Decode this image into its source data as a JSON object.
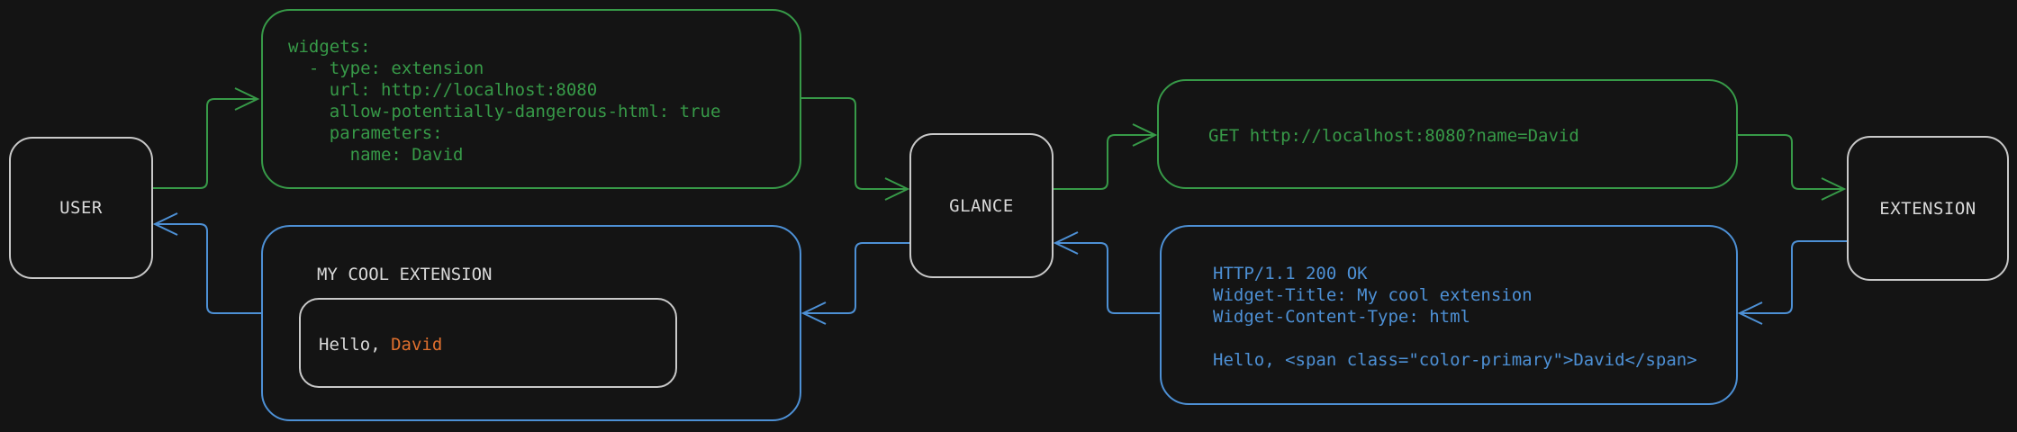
{
  "colors": {
    "bg": "#141414",
    "green": "#379a48",
    "blue": "#4d90d5",
    "gray": "#c9c9c9",
    "text": "#d9d9d9",
    "orange": "#e0702e"
  },
  "nodes": {
    "user": "USER",
    "glance": "GLANCE",
    "extension": "EXTENSION"
  },
  "config_box": {
    "lines": [
      "widgets:",
      "  - type: extension",
      "    url: http://localhost:8080",
      "    allow-potentially-dangerous-html: true",
      "    parameters:",
      "      name: David"
    ]
  },
  "request_box": {
    "text": "GET http://localhost:8080?name=David"
  },
  "response_box": {
    "lines": [
      "HTTP/1.1 200 OK",
      "Widget-Title: My cool extension",
      "Widget-Content-Type: html",
      "",
      "Hello, <span class=\"color-primary\">David</span>"
    ]
  },
  "widget_box": {
    "title": "MY COOL EXTENSION",
    "greeting_prefix": "Hello, ",
    "greeting_name": "David"
  }
}
